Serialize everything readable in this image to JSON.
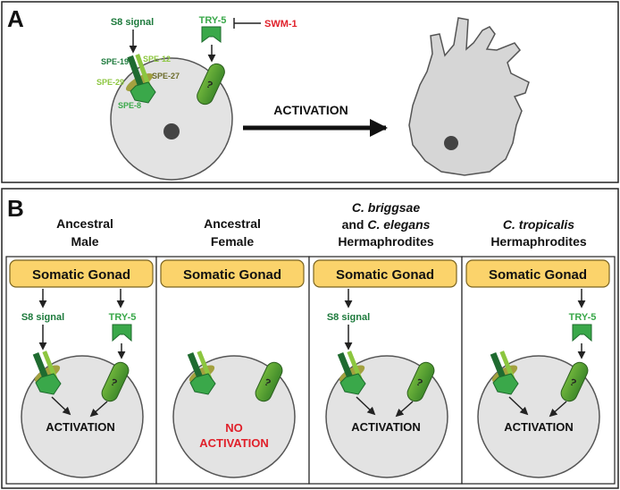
{
  "panel_a": {
    "letter": "A",
    "s8_signal": "S8 signal",
    "try5": "TRY-5",
    "swm1": "SWM-1",
    "spe19": "SPE-19",
    "spe12": "SPE-12",
    "spe27": "SPE-27",
    "spe29": "SPE-29",
    "spe8": "SPE-8",
    "question": "?",
    "activation": "ACTIVATION"
  },
  "panel_b": {
    "letter": "B",
    "columns": [
      {
        "title_line1": "Ancestral",
        "title_line2": "Male",
        "title_line3": "",
        "gonad": "Somatic Gonad",
        "s8_signal": "S8 signal",
        "try5": "TRY-5",
        "question": "?",
        "result_line1": "ACTIVATION",
        "result_line2": ""
      },
      {
        "title_line1": "Ancestral",
        "title_line2": "Female",
        "title_line3": "",
        "gonad": "Somatic Gonad",
        "s8_signal": "",
        "try5": "",
        "question": "?",
        "result_line1": "NO",
        "result_line2": "ACTIVATION"
      },
      {
        "title_line1": "C. briggsae",
        "title_line2": "and C. elegans",
        "title_line3": "Hermaphrodites",
        "gonad": "Somatic Gonad",
        "s8_signal": "S8 signal",
        "try5": "",
        "question": "?",
        "result_line1": "ACTIVATION",
        "result_line2": ""
      },
      {
        "title_line1": "C. tropicalis",
        "title_line2": "Hermaphrodites",
        "title_line3": "",
        "gonad": "Somatic Gonad",
        "s8_signal": "",
        "try5": "TRY-5",
        "question": "?",
        "result_line1": "ACTIVATION",
        "result_line2": ""
      }
    ]
  },
  "colors": {
    "dark_green": "#1d7a3c",
    "mid_green": "#4aa83a",
    "light_green": "#8cc63f",
    "olive": "#6e9a2c",
    "red": "#e0202a",
    "cell_fill": "#e3e3e3",
    "gonad_fill": "#fbd36b",
    "gonad_stroke": "#7a6320"
  }
}
